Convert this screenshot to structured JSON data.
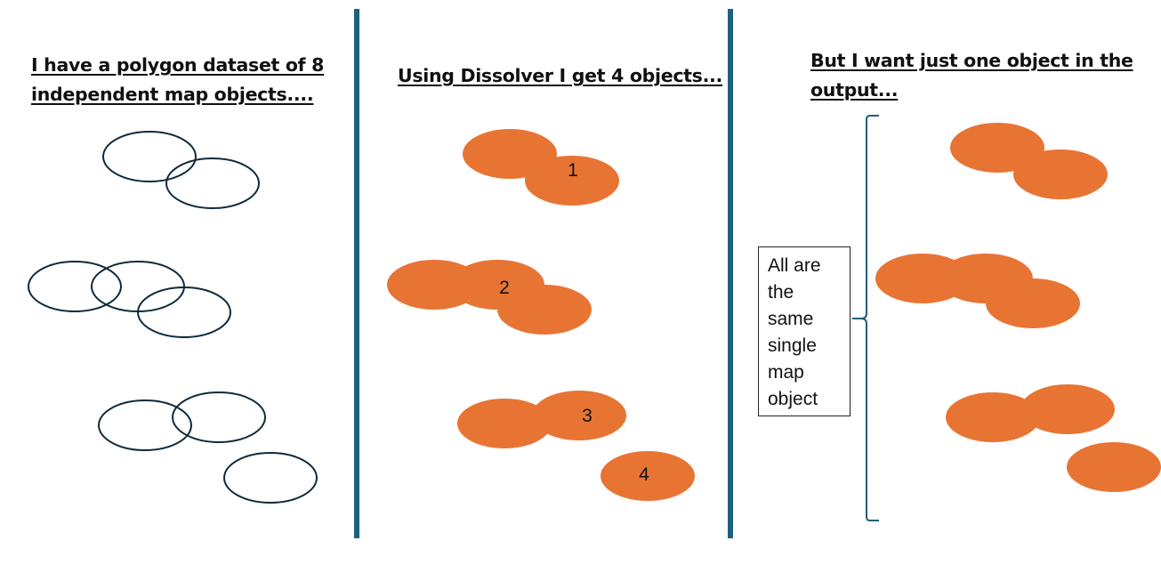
{
  "panels": {
    "input": {
      "title_line1": "I have a polygon dataset of 8",
      "title_line2": "independent map objects....",
      "object_count": 8
    },
    "dissolver": {
      "title": "Using Dissolver I get 4 objects...",
      "object_labels": [
        "1",
        "2",
        "3",
        "4"
      ]
    },
    "desired": {
      "title_line1": "But I want just one object in the",
      "title_line2": "output...",
      "note_lines": [
        "All are",
        "the",
        "same",
        "single",
        "map",
        "object"
      ]
    }
  },
  "colors": {
    "divider": "#1f5f7f",
    "fill": "#e87434",
    "outline": "#0f2a3a"
  }
}
